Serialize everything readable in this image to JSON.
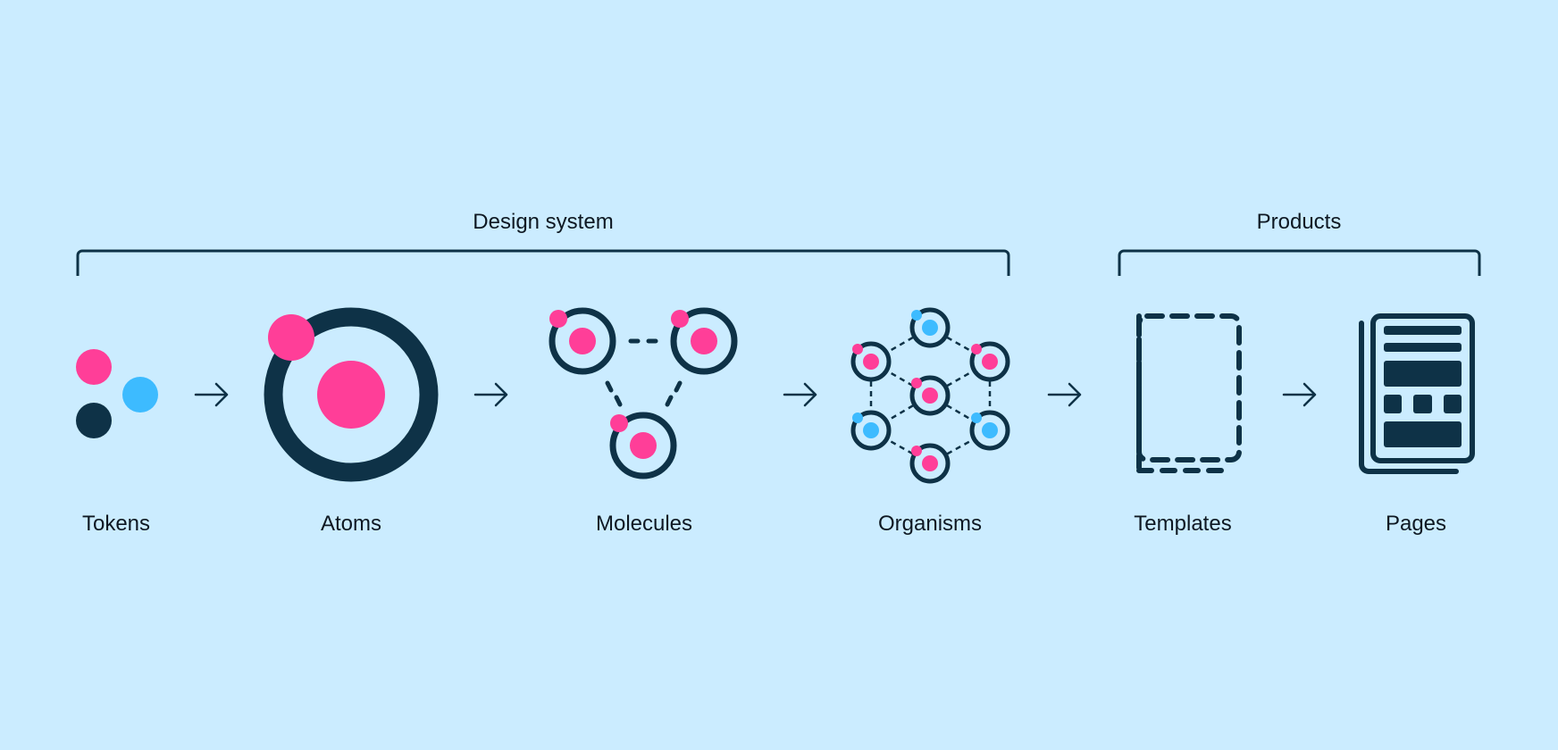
{
  "groups": {
    "design_system": "Design system",
    "products": "Products"
  },
  "stages": {
    "tokens": "Tokens",
    "atoms": "Atoms",
    "molecules": "Molecules",
    "organisms": "Organisms",
    "templates": "Templates",
    "pages": "Pages"
  },
  "colors": {
    "background": "#CBECFF",
    "navy": "#0E3247",
    "pink": "#FF3E98",
    "blue": "#3DBBFF"
  },
  "icons": {
    "tokens": "three-dots-icon",
    "atoms": "atom-icon",
    "molecules": "molecule-icon",
    "organisms": "organism-icon",
    "templates": "dashed-pages-icon",
    "pages": "document-pages-icon",
    "arrow": "arrow-right-icon"
  }
}
